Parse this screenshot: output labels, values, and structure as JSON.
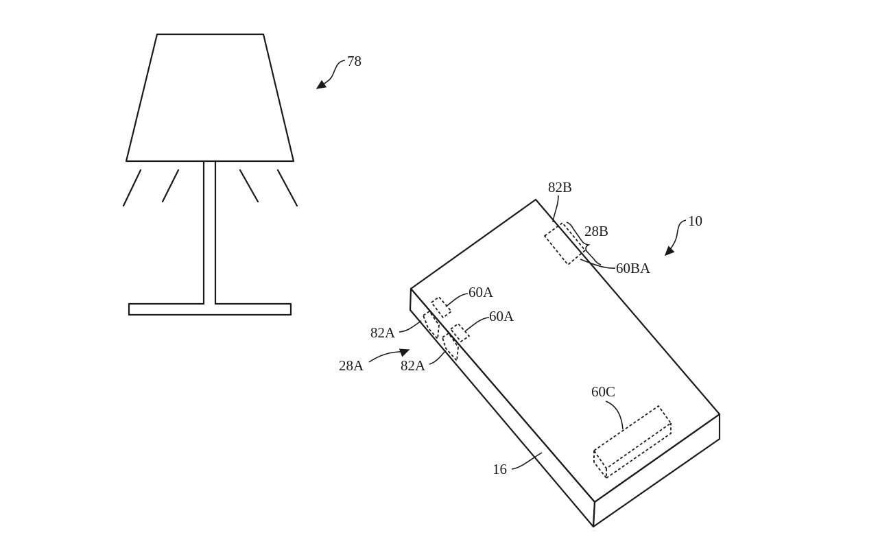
{
  "labels": {
    "lamp": "78",
    "device": "10",
    "edge_b": "82B",
    "region_b": "28B",
    "component_ba": "60BA",
    "component_a_upper": "60A",
    "component_a_lower": "60A",
    "edge_a_upper": "82A",
    "edge_a_lower": "82A",
    "region_a": "28A",
    "component_c": "60C",
    "housing": "16"
  }
}
